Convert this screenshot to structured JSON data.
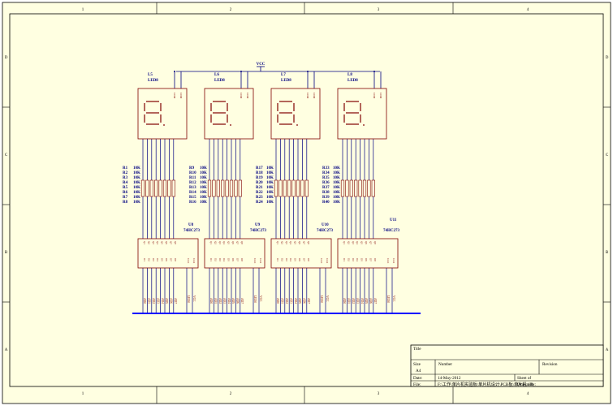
{
  "frame": {
    "zones_top": [
      "1",
      "2",
      "3",
      "4"
    ],
    "zones_side": [
      "D",
      "C",
      "B",
      "A"
    ]
  },
  "power": {
    "vcc": "VCC"
  },
  "displays": [
    {
      "ref": "L5",
      "part": "LED8"
    },
    {
      "ref": "L6",
      "part": "LED8"
    },
    {
      "ref": "L7",
      "part": "LED8"
    },
    {
      "ref": "L8",
      "part": "LED8"
    }
  ],
  "display_pins": [
    "COM",
    "COM"
  ],
  "resistor_value": "10K",
  "resistor_groups": [
    [
      "R1",
      "R2",
      "R3",
      "R4",
      "R5",
      "R6",
      "R7",
      "R8"
    ],
    [
      "R9",
      "R10",
      "R11",
      "R12",
      "R13",
      "R14",
      "R15",
      "R16"
    ],
    [
      "R17",
      "R18",
      "R19",
      "R20",
      "R21",
      "R22",
      "R23",
      "R24"
    ],
    [
      "R33",
      "R34",
      "R35",
      "R36",
      "R37",
      "R38",
      "R39",
      "R40"
    ]
  ],
  "latches": [
    {
      "ref": "U8",
      "part": "74HC273"
    },
    {
      "ref": "U9",
      "part": "74HC273"
    },
    {
      "ref": "U10",
      "part": "74HC273"
    },
    {
      "ref": "U11",
      "part": "74HC273"
    }
  ],
  "latch_pins_top": [
    "Q1",
    "Q2",
    "Q3",
    "Q4",
    "Q5",
    "Q6",
    "Q7",
    "Q8"
  ],
  "latch_pins_bottom": [
    "D1",
    "D2",
    "D3",
    "D4",
    "D5",
    "D6",
    "D7",
    "D8",
    "CLK",
    "CLR"
  ],
  "net_labels": [
    "AD0",
    "AD1",
    "AD2",
    "AD3",
    "AD4",
    "AD5",
    "AD6",
    "AD7"
  ],
  "control_nets": [
    "LED0",
    "VCC"
  ],
  "title_block": {
    "title_label": "Title",
    "size_label": "Size",
    "size_value": "A4",
    "number_label": "Number",
    "revision_label": "Revision",
    "date_label": "Date:",
    "date_value": "14-May-2012",
    "sheet_label": "Sheet  of",
    "file_label": "File:",
    "file_value": "F:\\工作\\单片机实验板\\单片机设计\\PCB板\\单片机.ddb",
    "drawn_label": "Drawn By:"
  },
  "colors": {
    "background": "#ffffff",
    "paper": "#ffffe1",
    "wire": "#000080",
    "component": "#800000",
    "bus": "#0000ff"
  }
}
